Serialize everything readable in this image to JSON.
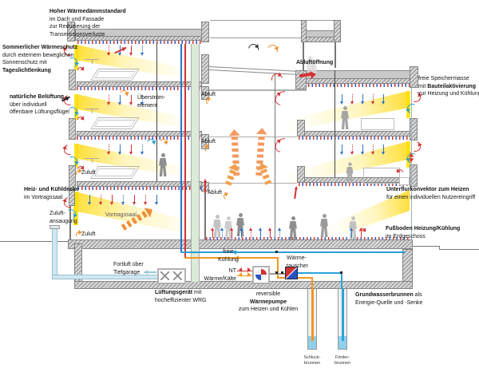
{
  "colors": {
    "warm_red": "#d23232",
    "cool_blue": "#2f72c4",
    "cyan": "#25a0c8",
    "supply_orange": "#ef8f2a",
    "updraft_salmon": "#f49a62",
    "exhaust_duct_green": "#dcead8",
    "water_blue": "#29a3dc",
    "sun_yellow": "#ffd900"
  },
  "annotations": {
    "insulation": {
      "title": "Hoher Wärmedämmstandard",
      "line1": "im Dach und Fassade",
      "line2": "zur Reduzierung der",
      "line3": "Transmissionsverluste"
    },
    "sunprotect": {
      "title": "Sommerlicher Wärmeschutz",
      "line1": "durch externem beweglichen",
      "line2": "Sonnenschutz mit",
      "line3": "Tageslichtlenkung"
    },
    "ventilation": {
      "title": "natürliche Belüftung",
      "line1": "über individuell",
      "line2": "öffenbare Lüftungsflügel"
    },
    "ceiling": {
      "title": "Heiz- und Kühldecke",
      "line1": "im Vortragssaal"
    },
    "intake": {
      "line1": "Zuluft-",
      "line2": "ansaugung"
    },
    "hall": {
      "name": "Vortragssaal"
    },
    "zuluft": "Zuluft",
    "abluft": "Abluft",
    "abluftoeffnung": "Abluftöffnung",
    "ueberstroem": {
      "line1": "Überström-",
      "line2": "element"
    },
    "fortluft": {
      "line1": "Fortluft über",
      "line2": "Tiefgarage"
    },
    "ahu": {
      "bold": "Lüftungsgerät",
      "rest": " mit",
      "line2": "hocheffizienter WRG"
    },
    "heatpump": {
      "line1": "reversible",
      "line2": "Wärmepumpe",
      "line3": "zum Heizen und Kühlen"
    },
    "freecooling": {
      "line1": "freie",
      "line2": "Kühlung"
    },
    "nt": {
      "line1": "NT",
      "line2": "Wärme/Kälte"
    },
    "hx": {
      "line1": "Wärme-",
      "line2": "tauscher"
    },
    "storage": {
      "line1": "freie Speichermasse",
      "line2pre": "mit ",
      "line2bold": "Bauteilaktivierung",
      "line3": "zur Heizung und Kühlung"
    },
    "convector": {
      "title": "Unterflurkonvektor zum Heizen",
      "line1": "für einen individuellen Nutzereingriff"
    },
    "floorheating": {
      "title": "Fußboden Heizung/Kühlung",
      "line1": "im Erdgeschoss"
    },
    "groundwater": {
      "bold": "Grundwasserbrunnen",
      "rest": " als",
      "line2": "Energie-Quelle und -Senke"
    },
    "well_injection": {
      "line1": "Schluck-",
      "line2": "brunnen"
    },
    "well_supply": {
      "line1": "Förder-",
      "line2": "brunnen"
    }
  }
}
